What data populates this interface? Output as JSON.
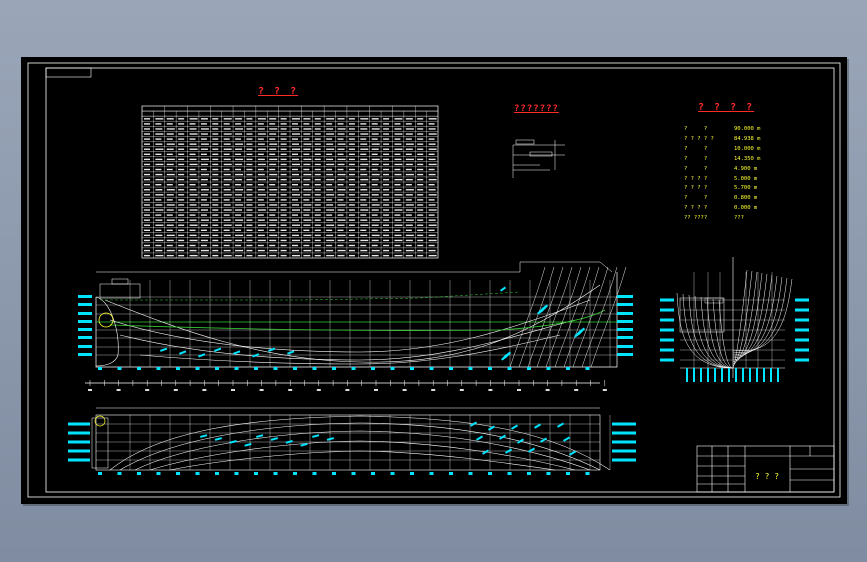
{
  "tables": {
    "offsets_title": "? ? ?",
    "hydro_title": "???????"
  },
  "principal_particulars": {
    "title": "? ? ? ?",
    "rows": [
      {
        "label": "?        ? ",
        "value": "90.000  m"
      },
      {
        "label": "? ? ? ? ?",
        "value": "84.938  m"
      },
      {
        "label": "?        ? ",
        "value": "10.000  m"
      },
      {
        "label": "?        ? ",
        "value": "14.350  m"
      },
      {
        "label": "?        ? ",
        "value": "4.900  m"
      },
      {
        "label": "? ? ? ?",
        "value": "5.000  m"
      },
      {
        "label": "? ? ? ?",
        "value": "5.700  m"
      },
      {
        "label": "?        ? ",
        "value": "0.800  m"
      },
      {
        "label": "? ? ? ?",
        "value": "0.000  m"
      },
      {
        "label": "?? ????",
        "value": "???"
      }
    ]
  },
  "title_block": {
    "drawing_name": "? ? ?"
  },
  "colors": {
    "frame": "#ffffff",
    "grid": "#ffffff",
    "waterline_highlight": "#33cc33",
    "dimension": "#00e5ff",
    "annotation": "#ffff33",
    "title_red": "#ff2a2a",
    "curves": "#ffffff"
  }
}
